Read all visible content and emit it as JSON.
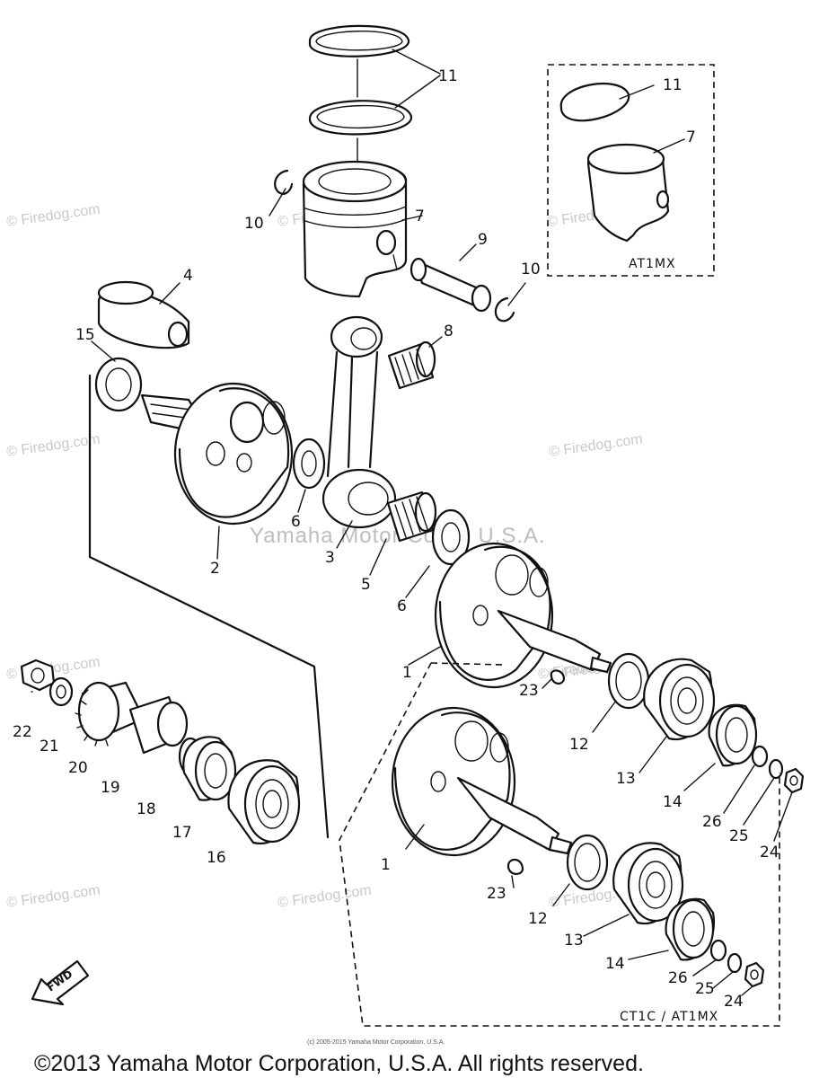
{
  "diagram": {
    "copyright": "©2013 Yamaha Motor Corporation, U.S.A. All rights reserved.",
    "fine_print": "(c) 2005-2015 Yamaha Motor Corporation, U.S.A.",
    "center_watermark": "Yamaha Motor Corp., U.S.A.",
    "watermark": "© Firedog.com",
    "inset_top_label": "AT1MX",
    "inset_bottom_label": "CT1C / AT1MX",
    "fwd_label": "FWD",
    "callouts": [
      {
        "id": "c11a",
        "text": "11"
      },
      {
        "id": "c10a",
        "text": "10"
      },
      {
        "id": "c7a",
        "text": "7"
      },
      {
        "id": "c9",
        "text": "9"
      },
      {
        "id": "c10b",
        "text": "10"
      },
      {
        "id": "c11b",
        "text": "11"
      },
      {
        "id": "c7b",
        "text": "7"
      },
      {
        "id": "c4",
        "text": "4"
      },
      {
        "id": "c15",
        "text": "15"
      },
      {
        "id": "c8",
        "text": "8"
      },
      {
        "id": "c2",
        "text": "2"
      },
      {
        "id": "c6a",
        "text": "6"
      },
      {
        "id": "c3",
        "text": "3"
      },
      {
        "id": "c5",
        "text": "5"
      },
      {
        "id": "c6b",
        "text": "6"
      },
      {
        "id": "c1a",
        "text": "1"
      },
      {
        "id": "c22",
        "text": "22"
      },
      {
        "id": "c21",
        "text": "21"
      },
      {
        "id": "c20",
        "text": "20"
      },
      {
        "id": "c19",
        "text": "19"
      },
      {
        "id": "c18",
        "text": "18"
      },
      {
        "id": "c17",
        "text": "17"
      },
      {
        "id": "c16",
        "text": "16"
      },
      {
        "id": "c23a",
        "text": "23"
      },
      {
        "id": "c12a",
        "text": "12"
      },
      {
        "id": "c13a",
        "text": "13"
      },
      {
        "id": "c14a",
        "text": "14"
      },
      {
        "id": "c26a",
        "text": "26"
      },
      {
        "id": "c25a",
        "text": "25"
      },
      {
        "id": "c24a",
        "text": "24"
      },
      {
        "id": "c1b",
        "text": "1"
      },
      {
        "id": "c23b",
        "text": "23"
      },
      {
        "id": "c12b",
        "text": "12"
      },
      {
        "id": "c13b",
        "text": "13"
      },
      {
        "id": "c14b",
        "text": "14"
      },
      {
        "id": "c26b",
        "text": "26"
      },
      {
        "id": "c25b",
        "text": "25"
      },
      {
        "id": "c24b",
        "text": "24"
      }
    ]
  }
}
